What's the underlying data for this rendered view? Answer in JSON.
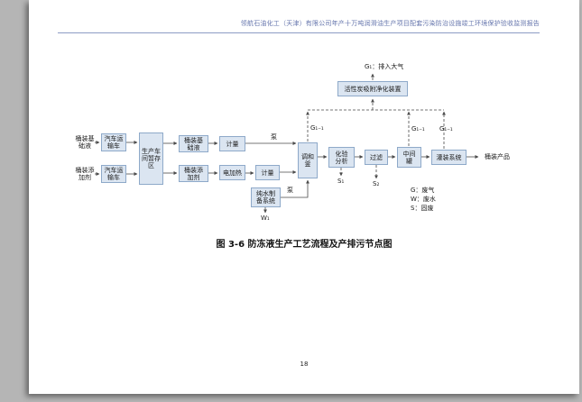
{
  "colors": {
    "desk_bg": "#b5b5b5",
    "page_bg": "#ffffff",
    "node_fill": "#dbe5f1",
    "node_border": "#8ea9c9",
    "connector": "#4a4a4a",
    "header_text": "#6676ad"
  },
  "header": {
    "title": "领航石油化工（天津）有限公司年产十万吨润滑油生产项目配套污染防治设施竣工环境保护验收监测报告"
  },
  "footer": {
    "page_number": "18"
  },
  "figure": {
    "caption": "图 3-6 防冻液生产工艺流程及产排污节点图",
    "nodes": {
      "feed_base": "桶装基\n础液",
      "feed_additive": "桶装添\n加剂",
      "truck_top": "汽车运\n输车",
      "truck_bottom": "汽车运\n输车",
      "storage": "生产车\n间暂存\n区",
      "drum_base": "桶装基\n础液",
      "drum_additive": "桶装添\n加剂",
      "meter_top": "计量",
      "heater": "电加热",
      "meter_bottom": "计量",
      "kettle": "调和\n釜",
      "lab": "化验\n分析",
      "filter": "过滤",
      "mid_tank": "中间\n罐",
      "filling": "灌装系统",
      "product": "桶装产品",
      "water_system": "纯水制\n备系统",
      "carbon_unit": "活性炭吸附净化装置"
    },
    "labels": {
      "pump_top": "泵",
      "pump_bottom": "泵",
      "g1": "G₁：排入大气",
      "g11_kettle": "G₁₋₁",
      "g11_tank": "G₁₋₁",
      "g11_filling": "G₁₋₁",
      "s1": "S₁",
      "s2": "S₂",
      "w1": "W₁"
    },
    "legend": {
      "gas": "G：废气",
      "water": "W：废水",
      "solid": "S：固废"
    }
  }
}
